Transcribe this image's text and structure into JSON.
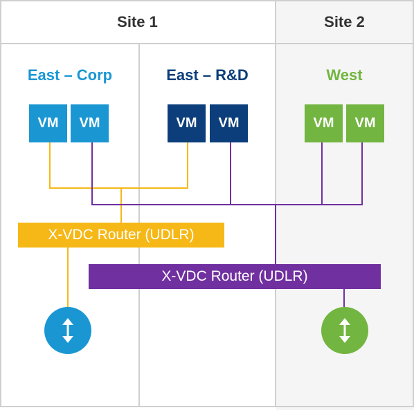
{
  "colors": {
    "corp": "#1a97d3",
    "rnd": "#0b3e7a",
    "west": "#72b540",
    "udlr_local": "#f6b817",
    "udlr_universal": "#7030a0",
    "site2_background": "#f5f5f5",
    "divider": "#cfcfcf"
  },
  "sites": [
    {
      "label": "Site 1"
    },
    {
      "label": "Site 2"
    }
  ],
  "groups": {
    "corp": {
      "label": "East – Corp",
      "vms": [
        "VM",
        "VM"
      ]
    },
    "rnd": {
      "label": "East – R&D",
      "vms": [
        "VM",
        "VM"
      ]
    },
    "west": {
      "label": "West",
      "vms": [
        "VM",
        "VM"
      ]
    }
  },
  "routers": {
    "local": {
      "label": "X-VDC Router (UDLR)"
    },
    "universal": {
      "label": "X-VDC Router (UDLR)"
    }
  },
  "edge_icons": [
    "up-down-arrow-icon",
    "up-down-arrow-icon"
  ]
}
